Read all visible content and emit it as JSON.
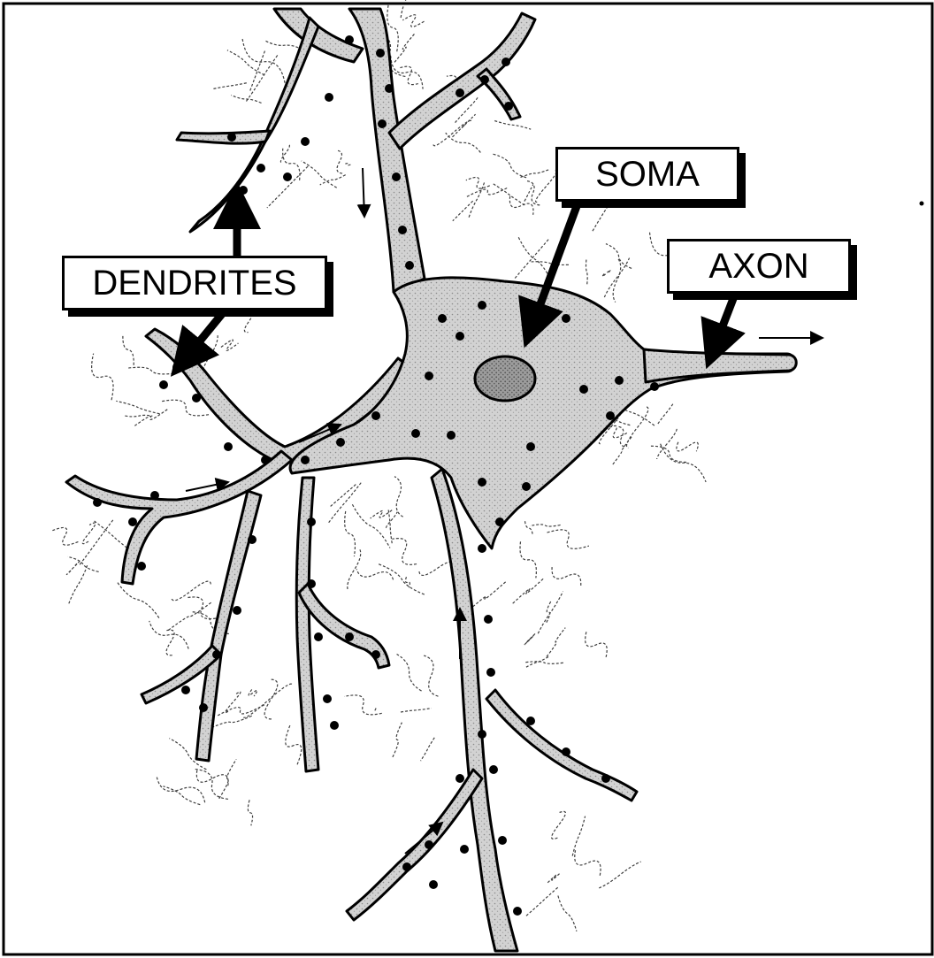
{
  "labels": {
    "soma": "SOMA",
    "axon": "AXON",
    "dendrites": "DENDRITES"
  },
  "colors": {
    "ink": "#000000",
    "cell_fill": "#cfcfcf",
    "background": "#ffffff"
  },
  "structures": [
    "cell-body",
    "nucleus",
    "axon",
    "dendrites",
    "synaptic-terminals",
    "afferent-fibers",
    "signal-direction-arrows"
  ]
}
